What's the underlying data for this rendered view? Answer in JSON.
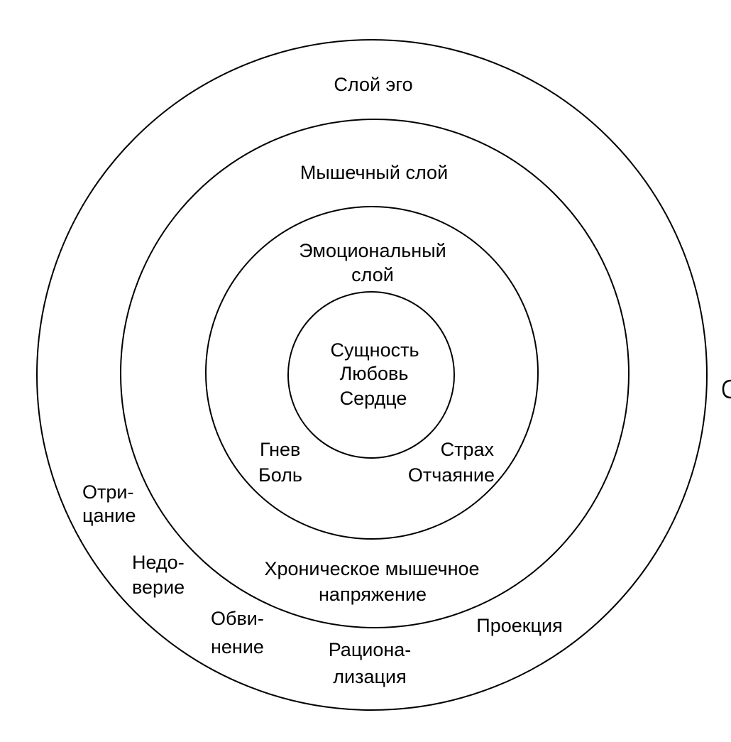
{
  "layers": {
    "ego": {
      "label": "Слой эго"
    },
    "muscle": {
      "label": "Мышечный слой"
    },
    "emotional": {
      "line1": "Эмоциональный",
      "line2": "слой"
    },
    "core": {
      "line1": "Сущность",
      "line2": "Любовь",
      "line3": "Сердце"
    }
  },
  "emotions": {
    "left": {
      "line1": "Гнев",
      "line2": "Боль"
    },
    "right": {
      "line1": "Страх",
      "line2": "Отчаяние"
    }
  },
  "tension": {
    "line1": "Хроническое мышечное",
    "line2": "напряжение"
  },
  "defenses": {
    "denial": {
      "line1": "Отри-",
      "line2": "цание"
    },
    "distrust": {
      "line1": "Недо-",
      "line2": "верие"
    },
    "blame": {
      "line1": "Обви-",
      "line2": "нение"
    },
    "rationalization": {
      "line1": "Рациона-",
      "line2": "лизация"
    },
    "projection": {
      "label": "Проекция"
    }
  },
  "colors": {
    "stroke": "#000000",
    "text": "#000000",
    "background": "#ffffff"
  }
}
